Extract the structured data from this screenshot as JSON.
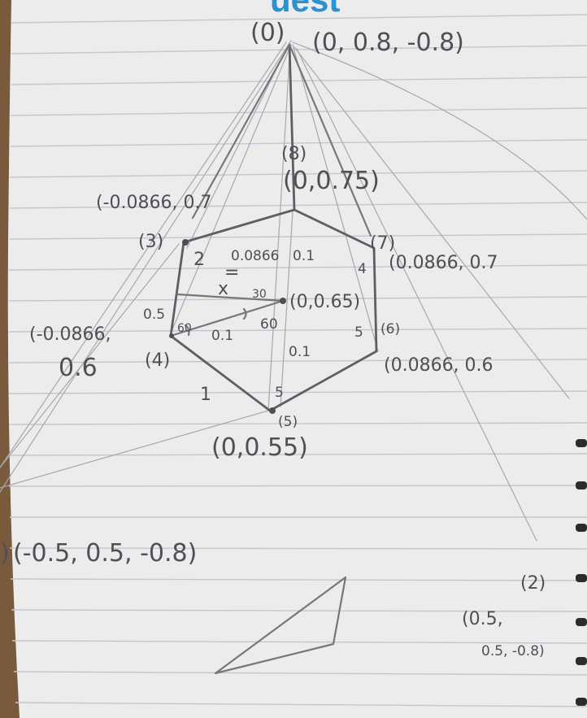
{
  "header_fragment": "uest",
  "points": [
    {
      "id": "0",
      "marker": "(0)",
      "coords": "(0, 0.8, -0.8)"
    },
    {
      "id": "8",
      "marker": "(8)",
      "coords": "(0,0.75)"
    },
    {
      "id": "3",
      "marker": "(3)",
      "coords": "(-0.0866, 0.7"
    },
    {
      "id": "7",
      "marker": "(7)",
      "coords": "(0.0866, 0.7"
    },
    {
      "id": "center",
      "coords": "(0,0.65)"
    },
    {
      "id": "4",
      "marker": "(4)",
      "coords_line1": "(-0.0866,",
      "coords_line2": "0.6"
    },
    {
      "id": "6",
      "marker": "(6)",
      "coords": "(0.0866, 0.6"
    },
    {
      "id": "5",
      "marker": "(5)",
      "coords": "(0,0.55)"
    },
    {
      "id": "1",
      "marker": ")",
      "coords": "(-0.5, 0.5, -0.8)"
    },
    {
      "id": "2",
      "marker": "(2)",
      "coords_line1": "(0.5,",
      "coords_line2": "0.5, -0.8)"
    }
  ],
  "annotations": {
    "edge_2": "2",
    "width_label": "0.0866",
    "height_label": "0.1",
    "equals": "=",
    "x_label": "x",
    "angle_30": "30",
    "angle_60_left": "60",
    "angle_60_right": "60",
    "half_label": "0.5",
    "inner_01_left": "0.1",
    "inner_01_right": "0.1",
    "edge_1": "1",
    "edge_5": "5",
    "faint_5": "5",
    "faint_4": "4"
  },
  "colors": {
    "paper": "#ededee",
    "ruled_line": "#c9c6d4",
    "pencil": "#5f5f63",
    "header_ink": "#1e88c8"
  }
}
